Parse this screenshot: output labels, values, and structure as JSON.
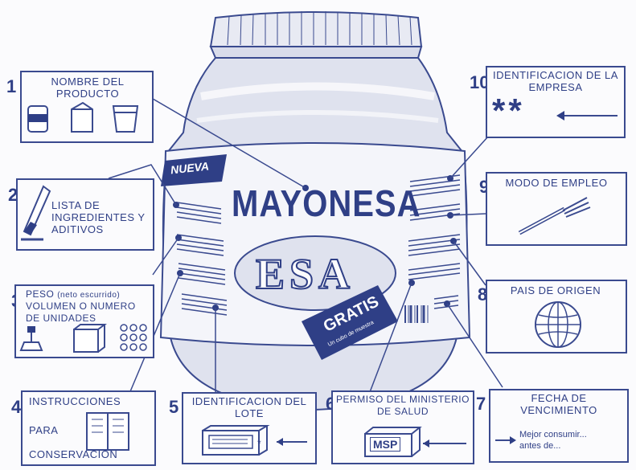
{
  "jar": {
    "brand": "MAYONESA",
    "badge_new": "NUEVA",
    "logo": "ESA",
    "promo_title": "GRATIS",
    "promo_sub": "Un cubo de muestra"
  },
  "labels": [
    {
      "number": "1",
      "text": "NOMBRE DEL PRODUCTO",
      "icon": "product-containers-icon"
    },
    {
      "number": "2",
      "text": "LISTA DE INGREDIENTES Y ADITIVOS",
      "icon": "test-tube-icon"
    },
    {
      "number": "3",
      "text_main": "PESO",
      "text_note": "(neto escurrido)",
      "text_rest": "VOLUMEN O NUMERO DE UNIDADES",
      "icon": "scale-cube-units-icon"
    },
    {
      "number": "4",
      "text_a": "INSTRUCCIONES",
      "text_b": "PARA",
      "text_c": "CONSERVACION",
      "icon": "refrigerator-icon"
    },
    {
      "number": "5",
      "text": "IDENTIFICACION DEL LOTE",
      "icon": "lot-box-icon"
    },
    {
      "number": "6",
      "text": "PERMISO DEL MINISTERIO DE SALUD",
      "stamp": "MSP",
      "icon": "msp-box-icon"
    },
    {
      "number": "7",
      "text": "FECHA DE VENCIMIENTO",
      "note": "Mejor consumir... antes de...",
      "icon": "arrow-icon"
    },
    {
      "number": "8",
      "text": "PAIS DE ORIGEN",
      "icon": "globe-icon"
    },
    {
      "number": "9",
      "text": "MODO DE EMPLEO",
      "icon": "fork-icon"
    },
    {
      "number": "10",
      "text": "IDENTIFICACION DE LA EMPRESA",
      "marks": "**",
      "icon": "arrow-icon"
    }
  ],
  "colors": {
    "ink": "#2f3f86",
    "paper": "#fbfbfd"
  }
}
